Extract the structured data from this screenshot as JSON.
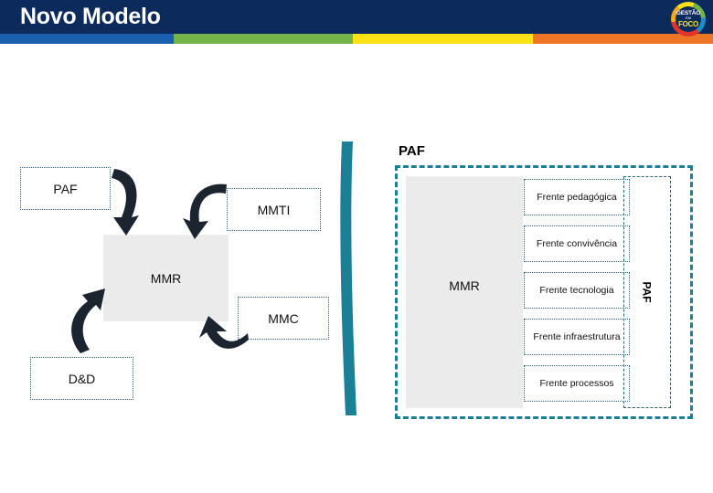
{
  "header": {
    "title": "Novo Modelo",
    "stripe_colors": [
      "#1b60ae",
      "#74b44a",
      "#fbe216",
      "#ef7526"
    ],
    "bar_color": "#0d2a5c",
    "logo": {
      "name": "gestao-em-foco-logo",
      "line1": "GESTÃO",
      "line2": "EM",
      "line3": "FOCO"
    }
  },
  "left_diagram": {
    "center": {
      "label": "MMR",
      "fill": "#ebebeb"
    },
    "nodes": [
      {
        "id": "paf",
        "label": "PAF"
      },
      {
        "id": "mmti",
        "label": "MMTI"
      },
      {
        "id": "mmc",
        "label": "MMC"
      },
      {
        "id": "dd",
        "label": "D&D"
      }
    ],
    "arrows": [
      {
        "from": "paf",
        "to": "mmr",
        "direction": "down-right"
      },
      {
        "from": "mmti",
        "to": "mmr",
        "direction": "down-left"
      },
      {
        "from": "mmc",
        "to": "mmr",
        "direction": "up-left"
      },
      {
        "from": "dd",
        "to": "mmr",
        "direction": "up-right"
      }
    ]
  },
  "divider": {
    "name": "teal-curved-bar",
    "color": "#1b7f96"
  },
  "right_diagram": {
    "title": "PAF",
    "outer_border_color": "#1b7f96",
    "band": {
      "label": "MMR",
      "fill": "#ebebeb"
    },
    "vertical_label": "PAF",
    "frentes": [
      {
        "label": "Frente pedagógica"
      },
      {
        "label": "Frente convivência"
      },
      {
        "label": "Frente tecnologia"
      },
      {
        "label": "Frente infraestrutura"
      },
      {
        "label": "Frente processos"
      }
    ]
  }
}
